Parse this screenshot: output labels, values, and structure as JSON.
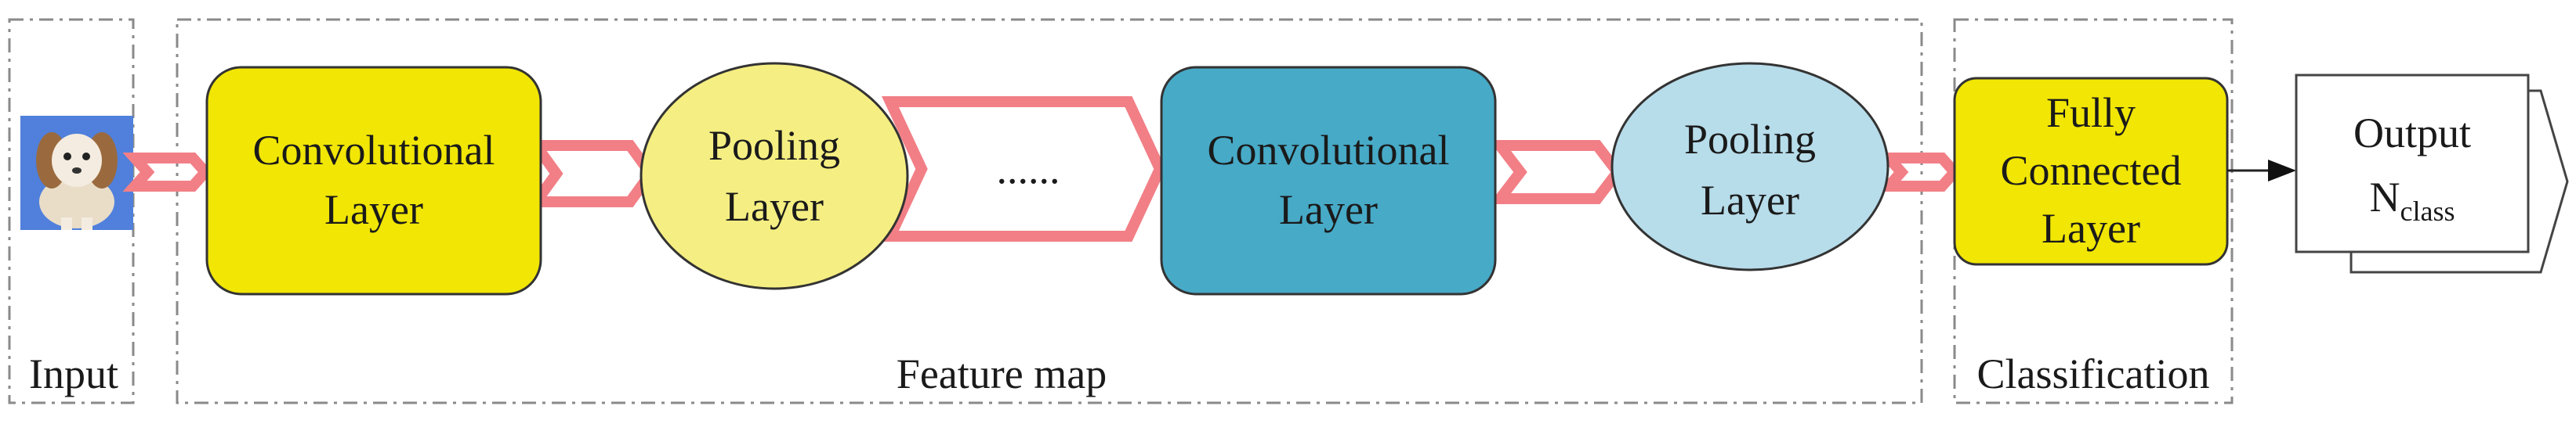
{
  "groups": {
    "input": "Input",
    "feature_map": "Feature map",
    "classification": "Classification"
  },
  "nodes": {
    "conv1": [
      "Convolutional",
      "Layer"
    ],
    "pool1": [
      "Pooling",
      "Layer"
    ],
    "ellipsis": "......",
    "conv2": [
      "Convolutional",
      "Layer"
    ],
    "pool2": [
      "Pooling",
      "Layer"
    ],
    "fc": [
      "Fully",
      "Connected",
      "Layer"
    ],
    "output": {
      "line1": "Output",
      "main": "N",
      "subscript": "class"
    }
  },
  "colors": {
    "yellow": "#F1E604",
    "light_yellow": "#F5EE82",
    "teal": "#47AAC7",
    "light_blue": "#B7DCEA",
    "arrow_pink": "#F27F86",
    "dash": "#8a8a8a"
  },
  "icons": {
    "input_image": "puppy-photo-icon"
  }
}
